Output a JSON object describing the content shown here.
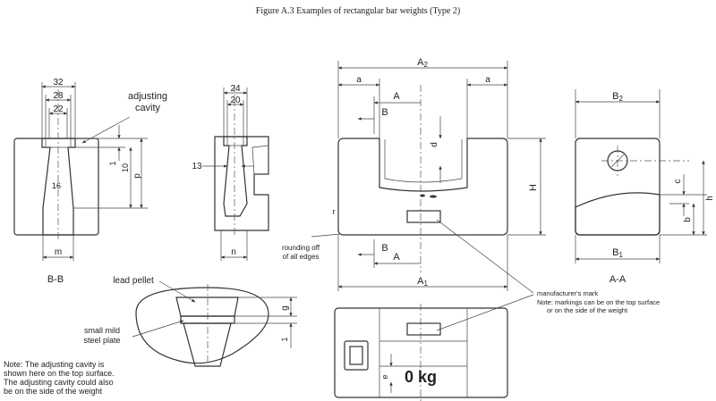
{
  "figure": {
    "title": "Figure A.3  Examples of rectangular bar weights (Type 2)"
  },
  "bb_view": {
    "dim_top": "32",
    "dim_mid": "28",
    "dim_inner": "22",
    "dim_16": "16",
    "dim_1": "1",
    "dim_10": "10",
    "dim_p": "p",
    "dim_m": "m",
    "cavity_label_1": "adjusting",
    "cavity_label_2": "cavity",
    "section_label": "B-B"
  },
  "side_view": {
    "dim_24": "24",
    "dim_20": "20",
    "dim_13": "13",
    "dim_n": "n"
  },
  "front_view": {
    "dim_A2": "A",
    "dim_A2_sub": "2",
    "dim_a_left": "a",
    "dim_a_right": "a",
    "dim_A1": "A",
    "dim_A1_sub": "1",
    "dim_H": "H",
    "dim_d": "d",
    "sec_A_top": "A",
    "sec_B_top": "B",
    "sec_A_bottom": "A",
    "sec_B_bottom": "B",
    "dim_r": "r",
    "rounding_1": "rounding off",
    "rounding_2": "of all edges"
  },
  "aa_view": {
    "dim_B2": "B",
    "dim_B2_sub": "2",
    "dim_B1": "B",
    "dim_B1_sub": "1",
    "dim_c": "c",
    "dim_b": "b",
    "dim_h": "h",
    "section_label": "A-A"
  },
  "pellet_view": {
    "lead_pellet": "lead pellet",
    "plate_1": "small mild",
    "plate_2": "steel plate",
    "dim_g": "g",
    "dim_1": "1"
  },
  "mark_note": {
    "line1": "manufacturer's mark",
    "line2": "Note: markings can be on the top surface",
    "line3": "or on the side of the weight"
  },
  "top_view": {
    "weight_label": "0 kg",
    "dim_e": "e"
  },
  "note": {
    "line1": "Note: The adjusting cavity is",
    "line2": "shown here on the top surface.",
    "line3": "The adjusting cavity could also",
    "line4": "be on the side of the weight"
  }
}
